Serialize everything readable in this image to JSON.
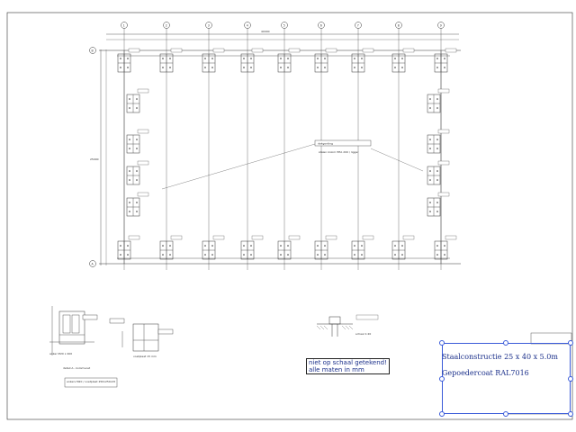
{
  "drawing": {
    "grid_numbers": [
      "1",
      "2",
      "3",
      "4",
      "5",
      "6",
      "7",
      "8",
      "9"
    ],
    "grid_letters": [
      "B",
      "A"
    ],
    "top_dimension": "40000",
    "side_dimension": "25000",
    "center_label": "dakgording",
    "center_sublabel": "stalen kolom HEA 200 / ligger",
    "legend_lines": [
      "detail A - kolomvoet",
      "ankers M20 / voetplaat 250x250x15"
    ],
    "detail_notes": [
      "anker M20 x 400",
      "voetplaat 15 mm",
      "schaal 1:20"
    ]
  },
  "notes": {
    "not_to_scale": "niet op schaal getekend!",
    "dimensions_in_mm": "alle maten in mm"
  },
  "title_block": {
    "line1": "Staalconstructie 25 x 40 x 5.0m",
    "line2": "Gepoedercoat RAL7016"
  },
  "colors": {
    "ink": "#222222",
    "annotation_blue": "#1a2f8a",
    "selection_blue": "#3a5bd9"
  }
}
